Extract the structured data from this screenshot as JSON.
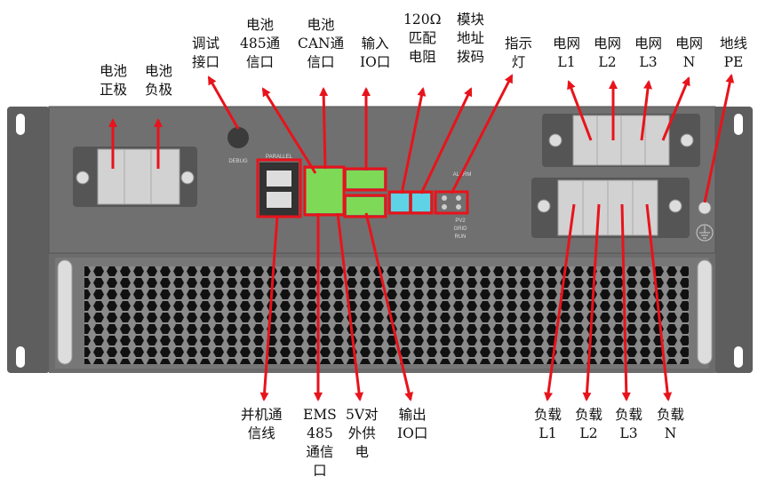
{
  "colors": {
    "panel": "#6b6b6b",
    "panel_dark": "#4e4e4e",
    "ear": "#5a5a5a",
    "arrow": "#e8131b",
    "highlight_box": "#e8131b",
    "terminal_green": "#7ed957",
    "terminal_block": "#cfcfcf",
    "vent": "#111111"
  },
  "labels": {
    "bat_pos": [
      "电池",
      "正极"
    ],
    "bat_neg": [
      "电池",
      "负极"
    ],
    "debug": [
      "调试",
      "接口"
    ],
    "rs485": [
      "电池",
      "485通",
      "信口"
    ],
    "can": [
      "电池",
      "CAN通",
      "信口"
    ],
    "input_io": [
      "输入",
      "IO口"
    ],
    "resistor": [
      "120Ω",
      "匹配",
      "电阻"
    ],
    "dip": [
      "模块",
      "地址",
      "拨码"
    ],
    "led": [
      "指示",
      "灯"
    ],
    "grid_l1": [
      "电网",
      "L1"
    ],
    "grid_l2": [
      "电网",
      "L2"
    ],
    "grid_l3": [
      "电网",
      "L3"
    ],
    "grid_n": [
      "电网",
      "N"
    ],
    "pe": [
      "地线",
      "PE"
    ],
    "parallel": [
      "并机通",
      "信线"
    ],
    "ems": [
      "EMS",
      "485",
      "通信",
      "口"
    ],
    "supply5v": [
      "5V对",
      "外供",
      "电"
    ],
    "output_io": [
      "输出",
      "IO口"
    ],
    "load_l1": [
      "负载",
      "L1"
    ],
    "load_l2": [
      "负载",
      "L2"
    ],
    "load_l3": [
      "负载",
      "L3"
    ],
    "load_n": [
      "负载",
      "N"
    ]
  },
  "panel_text": {
    "debug": "DEBUG",
    "parallel": "PARALLEL",
    "indicators": [
      "ALARM",
      "PV2",
      "GRID",
      "RUN"
    ]
  }
}
